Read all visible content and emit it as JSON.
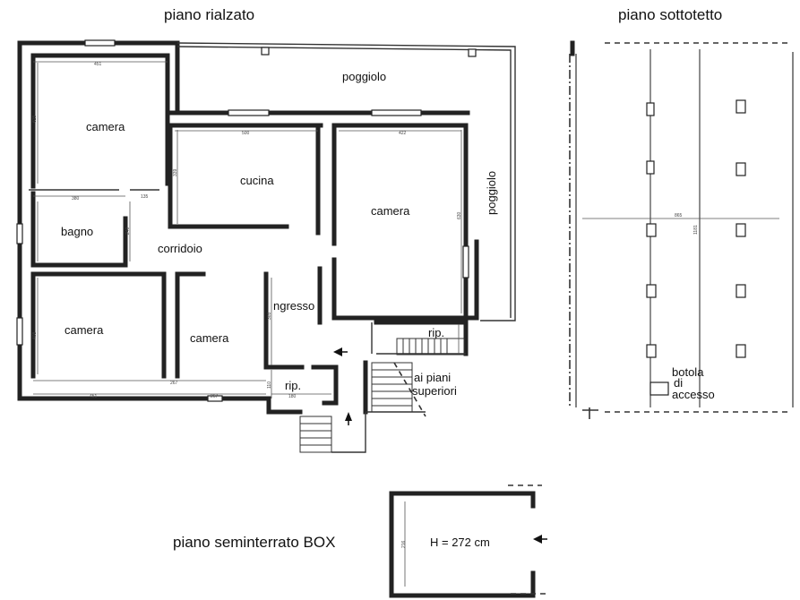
{
  "titles": {
    "ground": "piano rialzato",
    "attic": "piano sottotetto",
    "basement": "piano seminterrato BOX"
  },
  "rooms": {
    "camera_nw": "camera",
    "bagno": "bagno",
    "cucina": "cucina",
    "camera_ne": "camera",
    "poggiolo_top": "poggiolo",
    "poggiolo_side": "poggiolo",
    "corridoio": "corridoio",
    "camera_sw": "camera",
    "camera_s": "camera",
    "ingresso": "ngresso",
    "rip_1": "rip.",
    "rip_2": "rip.",
    "stairs_note_1": "ai piani",
    "stairs_note_2": "superiori",
    "botola_1": "botola",
    "botola_2": "di",
    "botola_3": "accesso",
    "box_height": "H = 272 cm"
  },
  "dimensions": {
    "d451_top": "451",
    "d451_bottom": "451",
    "d500": "500",
    "d422": "422",
    "d380": "380",
    "d135": "135",
    "d267": "267",
    "d267b": "267",
    "d180": "180",
    "d865": "865",
    "d1181": "1181",
    "d625": "625",
    "d339": "339",
    "d240": "240",
    "d630": "630",
    "d408": "408",
    "d303": "303",
    "d110": "110",
    "d216": "216"
  },
  "icons": [
    "compass-arrow-icon",
    "entrance-arrow-icon",
    "box-arrow-icon"
  ]
}
